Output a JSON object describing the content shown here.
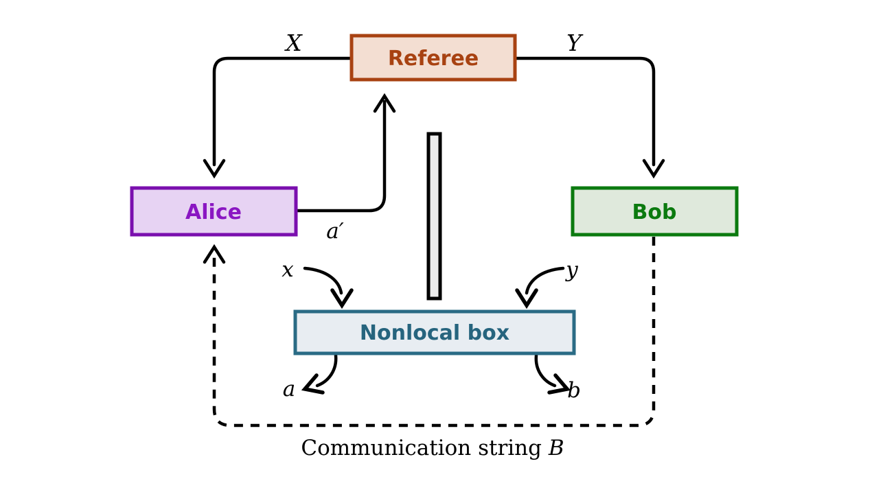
{
  "nodes": {
    "referee": {
      "label": "Referee"
    },
    "alice": {
      "label": "Alice"
    },
    "bob": {
      "label": "Bob"
    },
    "nonlocal_box": {
      "label": "Nonlocal box"
    }
  },
  "wire_labels": {
    "referee_to_alice": "X",
    "referee_to_bob": "Y",
    "alice_to_referee": "a′",
    "box_input_left": "x",
    "box_input_right": "y",
    "box_output_left": "a",
    "box_output_right": "b"
  },
  "caption": {
    "text": "Communication string ",
    "var": "B"
  },
  "colors": {
    "background": "#ffffff",
    "wire": "#000000",
    "referee_border": "#a84212",
    "referee_fill": "#f3ded2",
    "referee_text": "#a84212",
    "alice_border": "#7a0fae",
    "alice_fill": "#e7d3f3",
    "alice_text": "#8a16c2",
    "bob_border": "#0b7a0f",
    "bob_fill": "#dfe9dc",
    "bob_text": "#0b7a0f",
    "box_border": "#2a6b85",
    "box_fill": "#e8edf2",
    "box_text": "#26647e",
    "barrier_fill": "#ececec",
    "barrier_border": "#000000"
  }
}
